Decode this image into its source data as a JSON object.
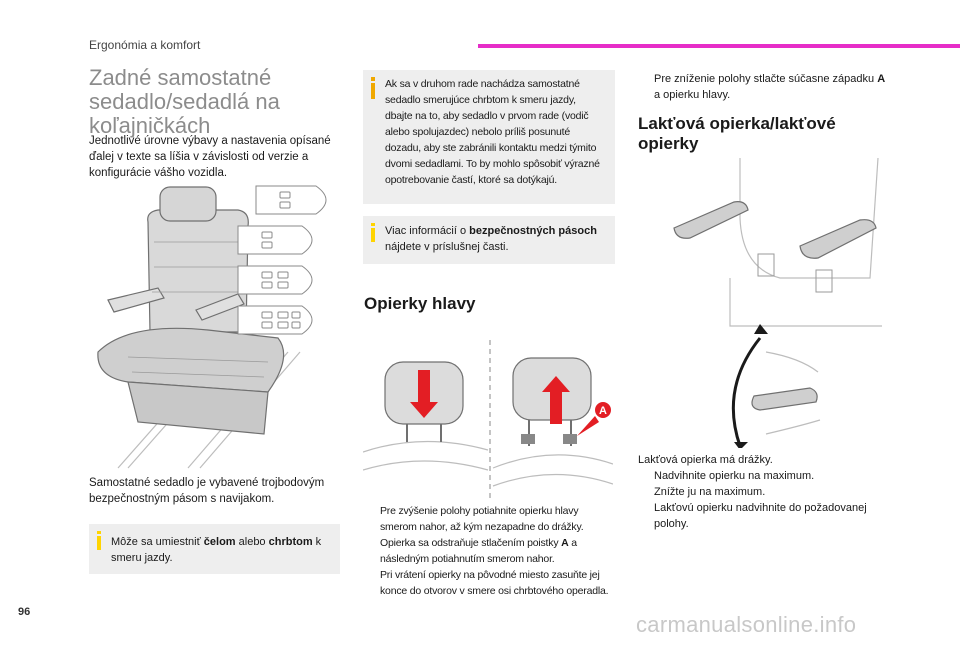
{
  "header": {
    "chapter": "Ergonómia a komfort"
  },
  "colors": {
    "accent": "#e62dc8",
    "note_mark": "#ffd400",
    "arrow_red": "#e31e24"
  },
  "section_rear_seats": {
    "title": "Zadné samostatné sedadlo/sedadlá na koľajničkách",
    "intro": "Jednotlivé úrovne výbavy a nastavenia opísané ďalej v texte sa líšia v závislosti od verzie a konfigurácie vášho vozidla.",
    "belt_text": "Samostatné sedadlo je vybavené trojbodovým bezpečnostným pásom s navijakom.",
    "note_orientation": {
      "before": "Môže sa umiestniť ",
      "bold1": "čelom",
      "middle": " alebo ",
      "bold2": "chrbtom",
      "after": " k smeru jazdy."
    },
    "warning": "Ak sa v druhom rade nachádza samostatné sedadlo smerujúce chrbtom k smeru jazdy, dbajte na to, aby sedadlo v prvom rade (vodič alebo spolujazdec) nebolo príliš posunuté dozadu, aby ste zabránili kontaktu medzi týmito dvomi sedadlami. To by mohlo spôsobiť výrazné opotrebovanie častí, ktoré sa dotýkajú.",
    "note_belts": {
      "before": "Viac informácií o ",
      "bold": "bezpečnostných pásoch",
      "after": " nájdete v príslušnej časti."
    }
  },
  "section_headrests": {
    "title": "Opierky hlavy",
    "label_a": "A",
    "bullet_symbol": "",
    "bullets": [
      "Pre zvýšenie polohy potiahnite opierku hlavy smerom nahor, až kým nezapadne do drážky.",
      {
        "before": "Opierka sa odstraňuje stlačením poistky ",
        "bold": "A",
        "after": " a následným potiahnutím smerom nahor."
      },
      "Pri vrátení opierky na pôvodné miesto zasuňte jej konce do otvorov v smere osi chrbtového operadla."
    ],
    "lower": {
      "before": "Pre zníženie polohy stlačte súčasne západku ",
      "bold": "A",
      "after": " a opierku hlavy."
    }
  },
  "section_armrests": {
    "title": "Lakťová opierka/lakťové opierky",
    "intro": "Lakťová opierka má drážky.",
    "bullets": [
      "Nadvihnite opierku na maximum.",
      "Znížte ju na maximum.",
      "Lakťovú opierku nadvihnite do požadovanej polohy."
    ]
  },
  "footer": {
    "page_number": "96",
    "watermark": "carmanualsonline.info"
  }
}
